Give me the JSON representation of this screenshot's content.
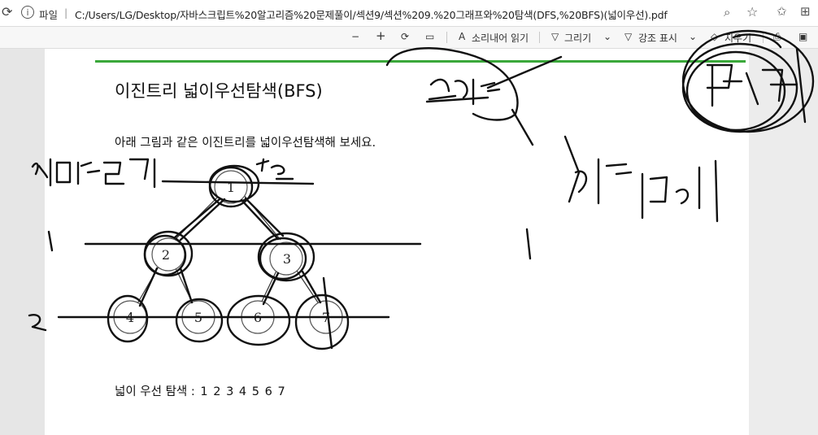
{
  "browser": {
    "nav_glyph": "⟳",
    "info_glyph": "i",
    "address_label": "파일",
    "separator": "|",
    "url": "C:/Users/LG/Desktop/자바스크립트%20알고리즘%20문제풀이/섹션9/섹션%209.%20그래프와%20탐색(DFS,%20BFS)(넓이우선).pdf",
    "zoom_icon": "magnify-icon",
    "star_icon": "star-icon"
  },
  "toolbar": {
    "minus": "−",
    "plus": "+",
    "rotate": "⟳",
    "fit": "▭",
    "read_aloud_prefix": "A",
    "read_aloud": "소리내어 읽기",
    "draw": "그리기",
    "highlight": "강조 표시",
    "erase": "지우기",
    "chevron": "⌄"
  },
  "document": {
    "title": "이진트리 넓이우선탐색(BFS)",
    "instruction": "아래 그림과 같은 이진트리를 넓이우선탐색해 보세요.",
    "result_label": "넓이 우선 탐색 :",
    "result_values": [
      "1",
      "2",
      "3",
      "4",
      "5",
      "6",
      "7"
    ],
    "tree_nodes": [
      "1",
      "2",
      "3",
      "4",
      "5",
      "6",
      "7"
    ]
  },
  "colors": {
    "accent_line": "#3aa83a",
    "ink": "#111111",
    "page": "#ffffff",
    "chrome": "#f7f7f7"
  }
}
